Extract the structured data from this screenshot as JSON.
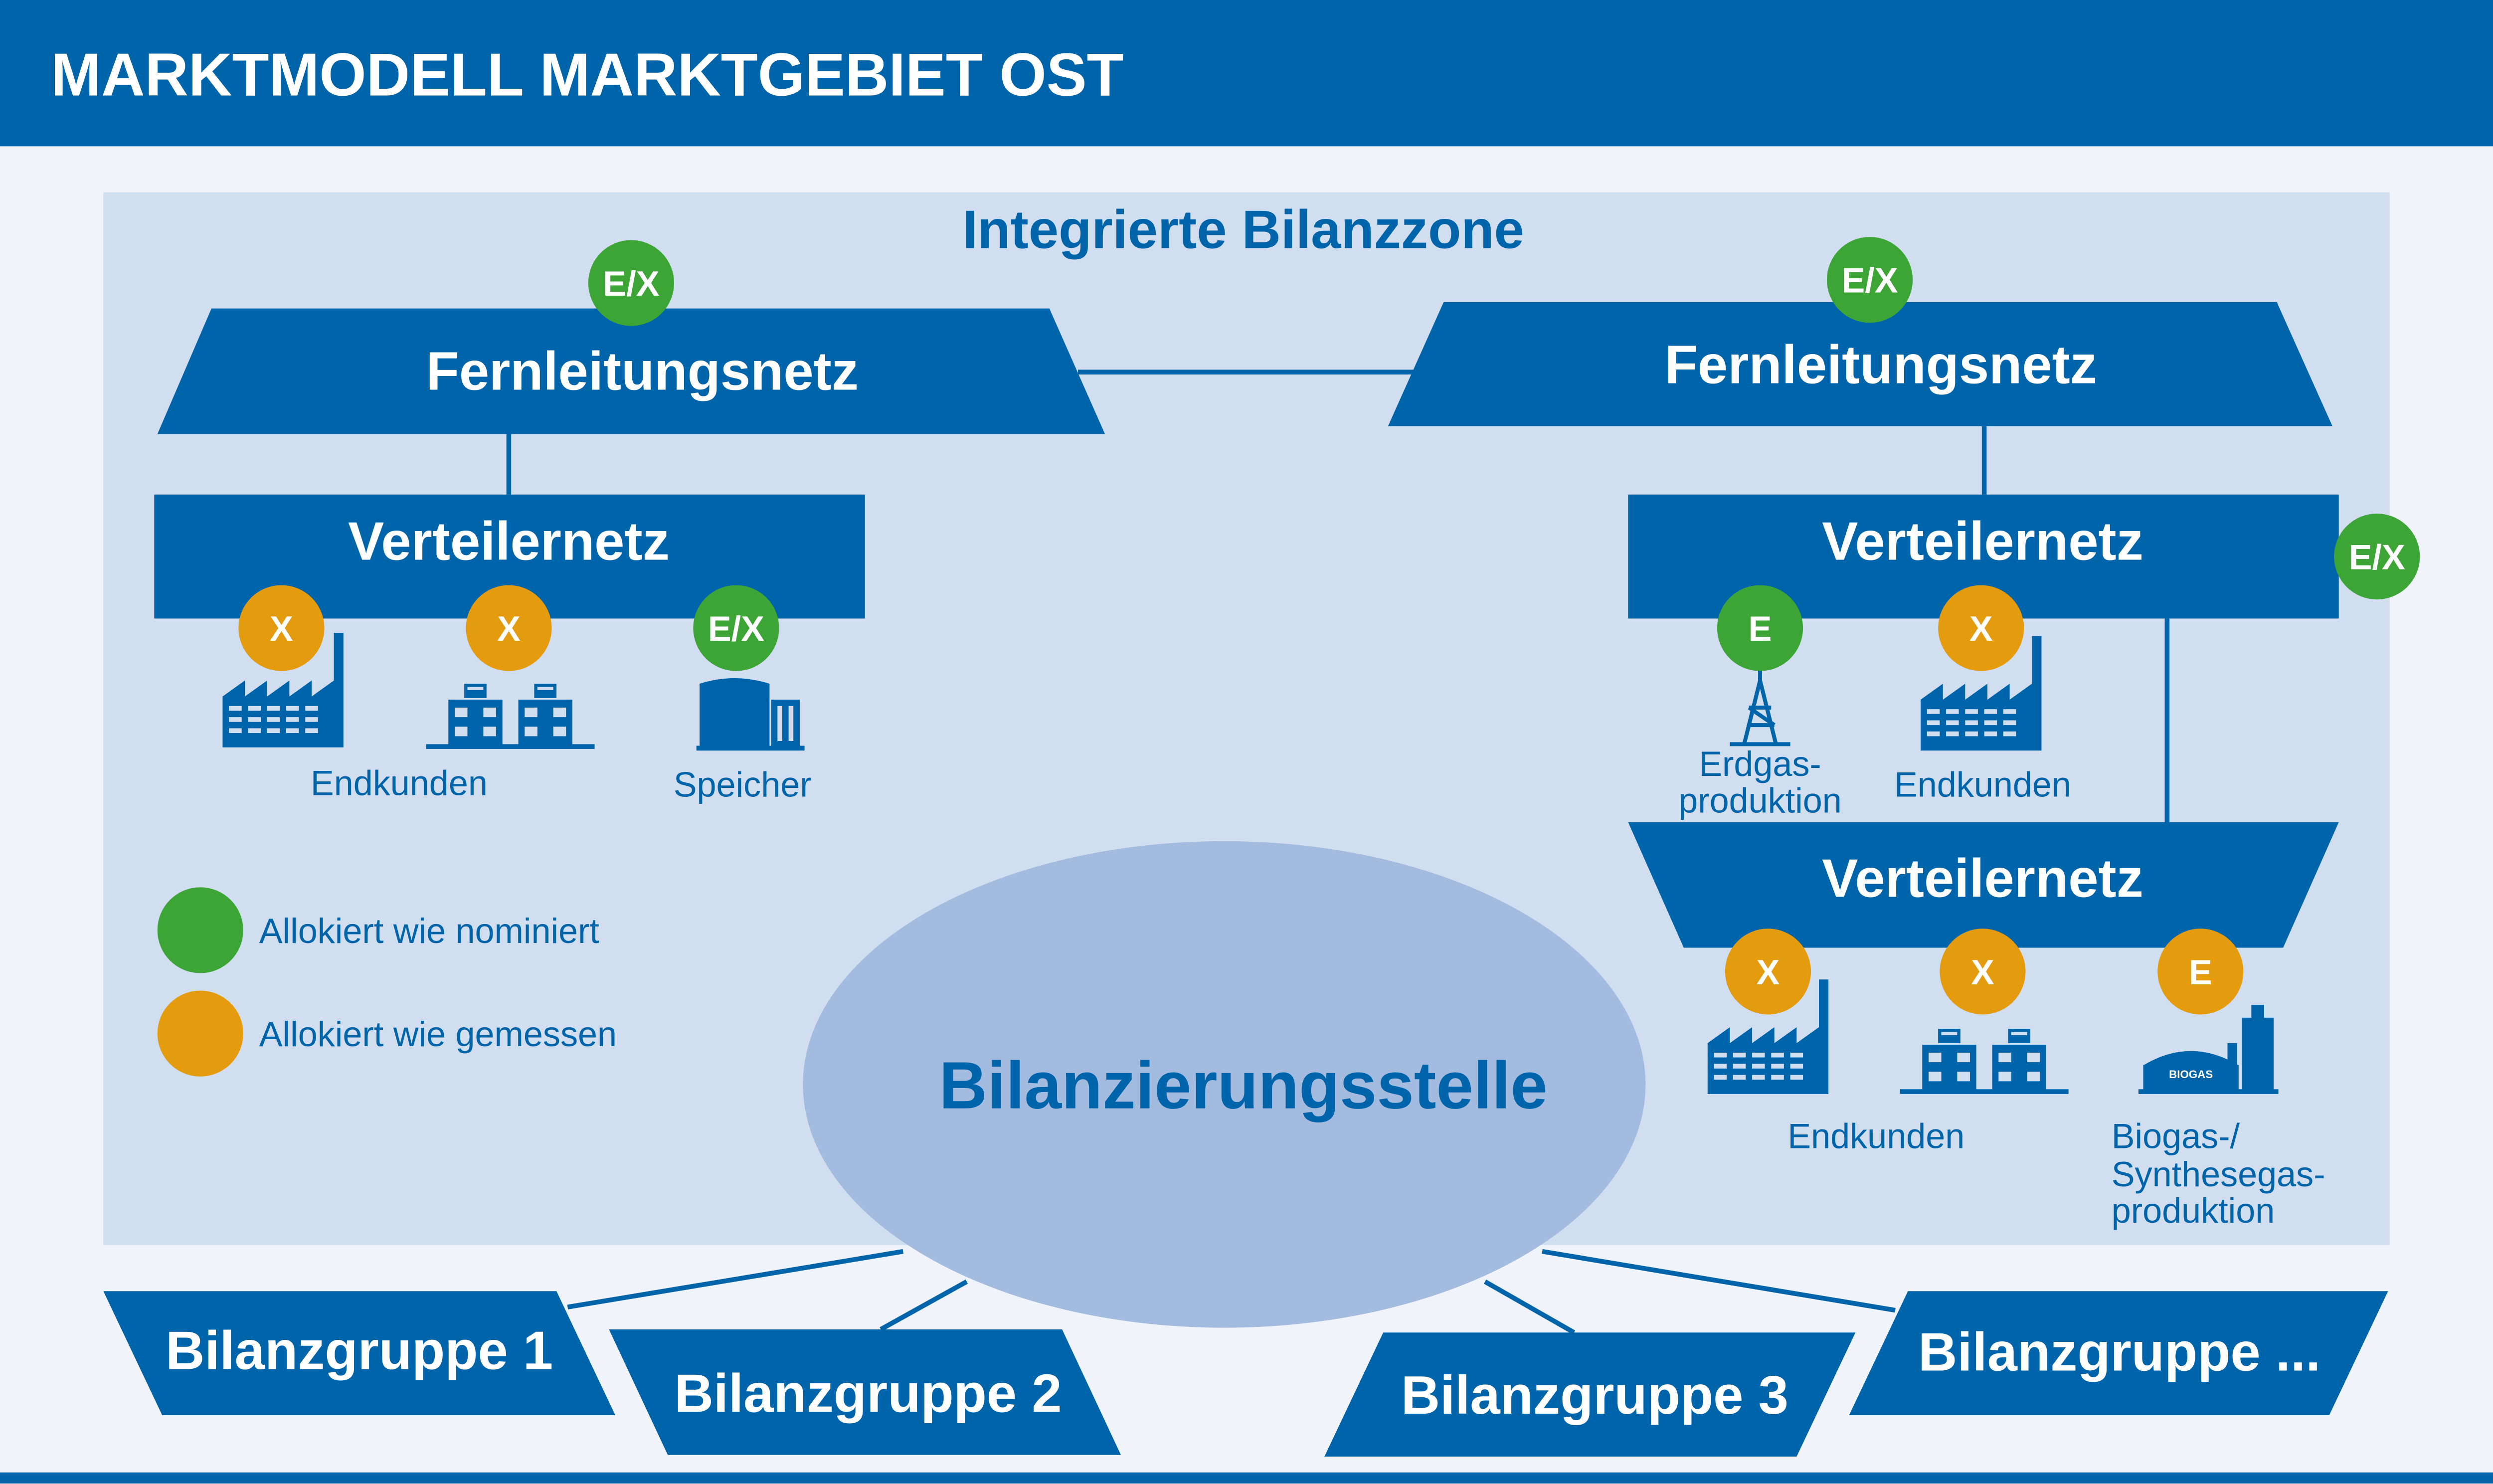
{
  "header": {
    "title": "MARKTMODELL MARKTGEBIET OST"
  },
  "zone": {
    "title": "Integrierte Bilanzzone"
  },
  "colors": {
    "header_blue": "#0064ab",
    "zone_bg": "#d0deef",
    "page_bg": "#f0f4fa",
    "ellipse": "#a2bbde",
    "green": "#3da536",
    "orange": "#e49b0e",
    "text_blue": "#0064ab"
  },
  "nodes": {
    "fern_left": "Fernleitungsnetz",
    "fern_right": "Fernleitungsnetz",
    "vert_left": "Verteilernetz",
    "vert_right": "Verteilernetz",
    "vert_lower": "Verteilernetz",
    "bilanzierungsstelle": "Bilanzierungsstelle"
  },
  "badges": {
    "fern_left": "E/X",
    "fern_right": "E/X",
    "vert_right_side": "E/X",
    "vl_endkunden_1": "X",
    "vl_endkunden_2": "X",
    "vl_speicher": "E/X",
    "vr_erdgas": "E",
    "vr_endkunden": "X",
    "lo_endkunden_1": "X",
    "lo_endkunden_2": "X",
    "lo_biogas": "E"
  },
  "labels": {
    "vl_endkunden": "Endkunden",
    "vl_speicher": "Speicher",
    "vr_erdgas_1": "Erdgas-",
    "vr_erdgas_2": "produktion",
    "vr_endkunden": "Endkunden",
    "lo_endkunden": "Endkunden",
    "lo_biogas_1": "Biogas-/",
    "lo_biogas_2": "Synthesegas-",
    "lo_biogas_3": "produktion",
    "biogas_tank": "BIOGAS"
  },
  "legend": [
    {
      "color": "green",
      "label": "Allokiert wie nominiert"
    },
    {
      "color": "orange",
      "label": "Allokiert wie gemessen"
    }
  ],
  "groups": [
    "Bilanzgruppe 1",
    "Bilanzgruppe 2",
    "Bilanzgruppe 3",
    "Bilanzgruppe ..."
  ]
}
